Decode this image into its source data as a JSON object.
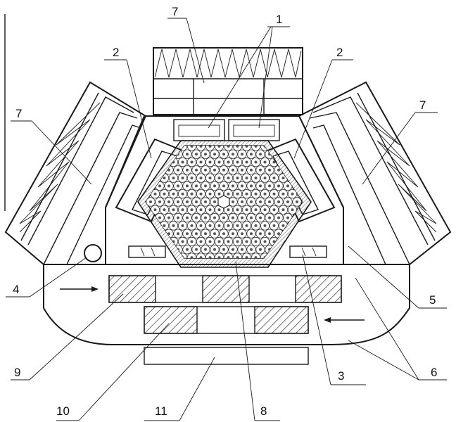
{
  "labels": {
    "l1": "1",
    "l2a": "2",
    "l2b": "2",
    "l3": "3",
    "l4": "4",
    "l5": "5",
    "l6": "6",
    "l7a": "7",
    "l7b": "7",
    "l7c": "7",
    "l8": "8",
    "l9": "9",
    "l10": "10",
    "l11": "11"
  },
  "colors": {
    "ink": "#1a1a1a",
    "background": "#ffffff"
  }
}
